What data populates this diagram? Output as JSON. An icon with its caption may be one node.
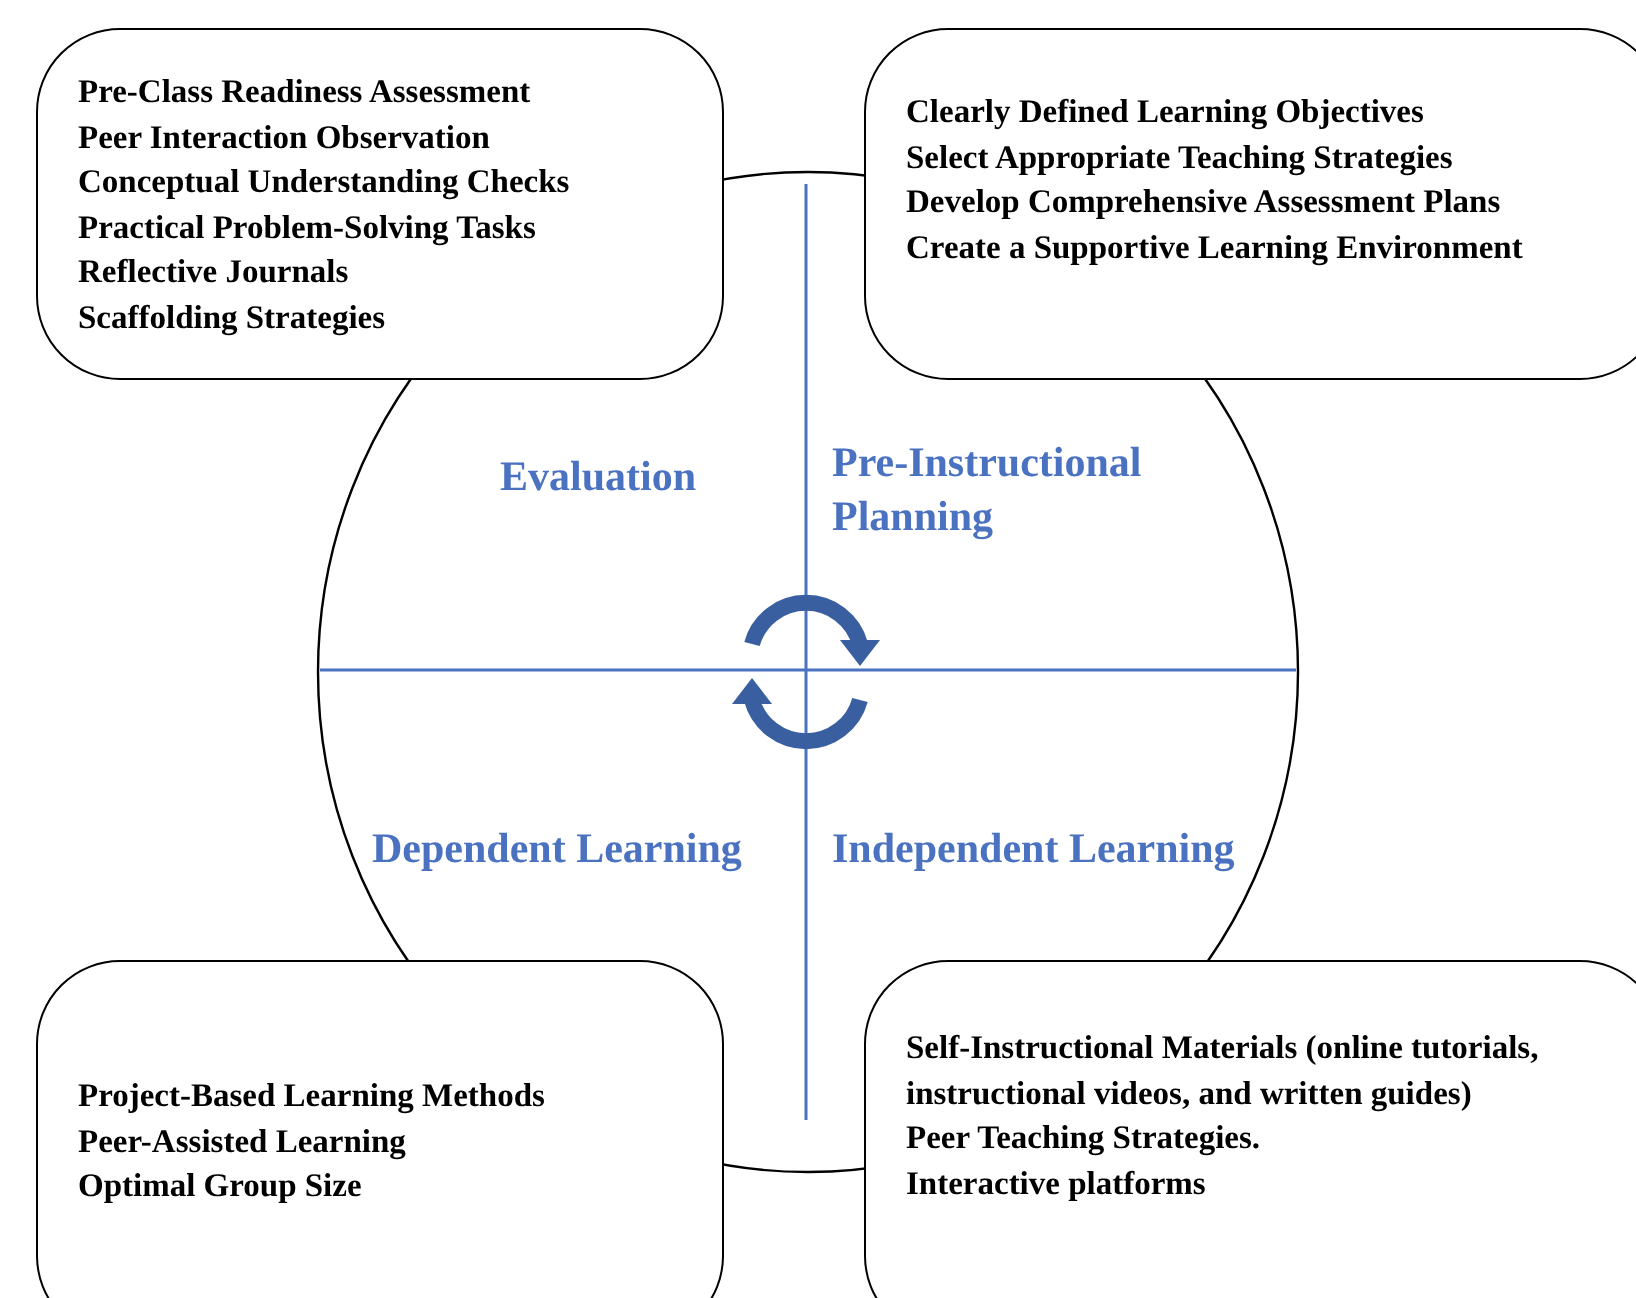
{
  "diagram": {
    "nodes": [
      {
        "text": [
          "Pre-Class Readiness Assessment",
          "Peer Interaction Observation",
          "Conceptual Understanding Checks",
          "Practical Problem-Solving Tasks",
          "Reflective Journals",
          "Scaffolding Strategies"
        ]
      },
      {
        "text": [
          "Clearly Defined Learning Objectives",
          "Select Appropriate Teaching Strategies",
          "Develop Comprehensive Assessment Plans",
          "Create a Supportive Learning Environment"
        ]
      },
      {
        "text": [
          "Project-Based Learning Methods",
          "Peer-Assisted Learning",
          "Optimal Group Size"
        ]
      },
      {
        "text": [
          "Self-Instructional Materials (online tutorials, instructional videos, and written guides)",
          "Peer Teaching Strategies.",
          "Interactive platforms"
        ]
      }
    ],
    "edges": [],
    "labels": [
      "Evaluation",
      "Pre-Instructional Planning",
      "Dependent Learning",
      "Independent Learning"
    ]
  }
}
